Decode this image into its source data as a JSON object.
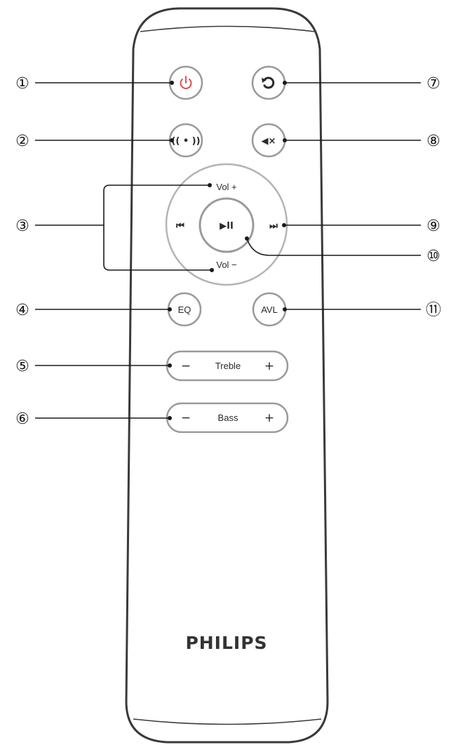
{
  "remote": {
    "brand": "PHILIPS",
    "brand_color": "#333333",
    "power_icon_color": "#e23b3b",
    "buttons": {
      "power": "power-icon",
      "source": "source-loop-icon",
      "bluetooth": "(( • ))",
      "mute": "◀×",
      "vol_up_label": "Vol +",
      "vol_down_label": "Vol −",
      "prev": "⏮",
      "play_pause": "▶II",
      "next": "⏭",
      "eq_label": "EQ",
      "avl_label": "AVL",
      "treble_label": "Treble",
      "treble_minus": "−",
      "treble_plus": "+",
      "bass_label": "Bass",
      "bass_minus": "−",
      "bass_plus": "+"
    }
  },
  "callouts": [
    "①",
    "②",
    "③",
    "④",
    "⑤",
    "⑥",
    "⑦",
    "⑧",
    "⑨",
    "⑩",
    "⑪"
  ]
}
